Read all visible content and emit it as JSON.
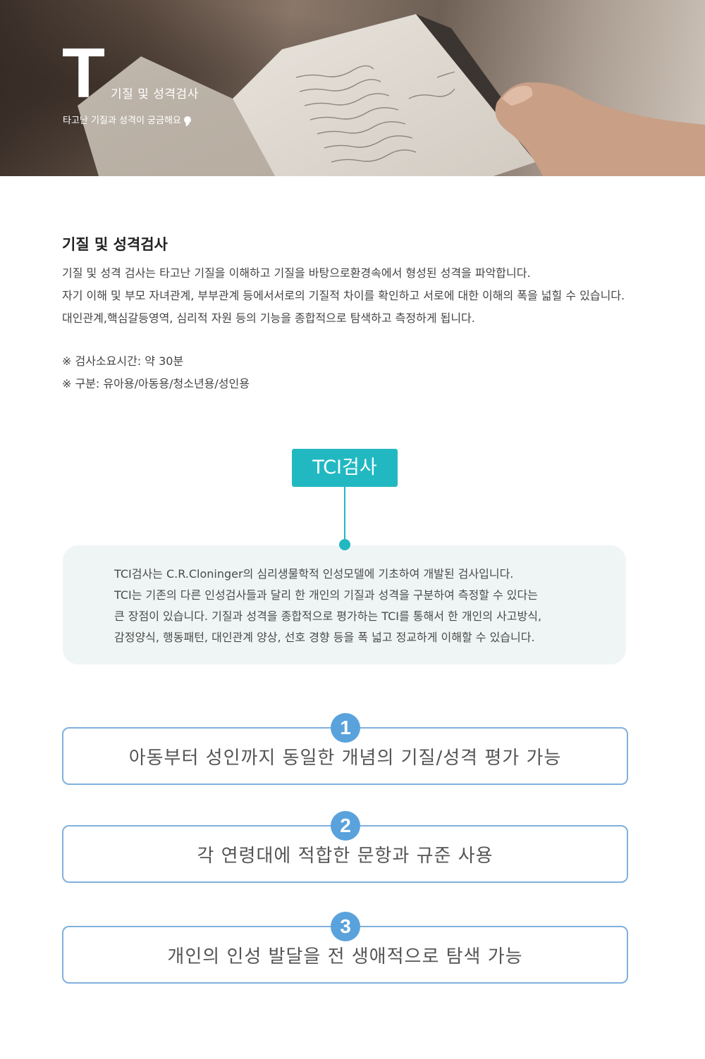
{
  "hero": {
    "letter": "T",
    "title": "기질 및 성격검사",
    "subtitle": "타고난 기질과 성격이 궁금해요"
  },
  "intro": {
    "heading": "기질 및 성격검사",
    "lines": [
      "기질 및 성격 검사는 타고난 기질을 이해하고 기질을 바탕으로환경속에서 형성된 성격을 파악합니다.",
      "자기 이해 및 부모 자녀관계, 부부관계 등에서서로의 기질적 차이를 확인하고 서로에 대한 이해의 폭을 넓힐 수 있습니다.",
      "대인관계,핵심갈등영역, 심리적 자원 등의 기능을 종합적으로 탐색하고 측정하게 됩니다."
    ],
    "notes": [
      "※ 검사소요시간: 약 30분",
      "※ 구분: 유아용/아동용/청소년용/성인용"
    ]
  },
  "tci": {
    "tag": "TCI검사",
    "description": [
      "TCI검사는 C.R.Cloninger의 심리생물학적 인성모델에 기초하여 개발된 검사입니다.",
      "TCI는 기존의 다른 인성검사들과 달리 한 개인의 기질과 성격을 구분하여 측정할 수 있다는",
      "큰 장점이 있습니다. 기질과 성격을 종합적으로 평가하는 TCI를 통해서 한 개인의 사고방식,",
      "감정양식, 행동패턴, 대인관계 양상, 선호 경향 등을 폭 넓고 정교하게 이해할 수 있습니다."
    ]
  },
  "features": [
    {
      "number": "1",
      "text": "아동부터 성인까지 동일한 개념의 기질/성격 평가 가능"
    },
    {
      "number": "2",
      "text": "각 연령대에 적합한 문항과 규준 사용"
    },
    {
      "number": "3",
      "text": "개인의 인성 발달을 전 생애적으로 탐색 가능"
    }
  ],
  "colors": {
    "accent": "#22b8c2",
    "feature_border": "#7fb0dd",
    "feature_badge": "#5aa2dc",
    "description_bg": "#eff5f4"
  }
}
